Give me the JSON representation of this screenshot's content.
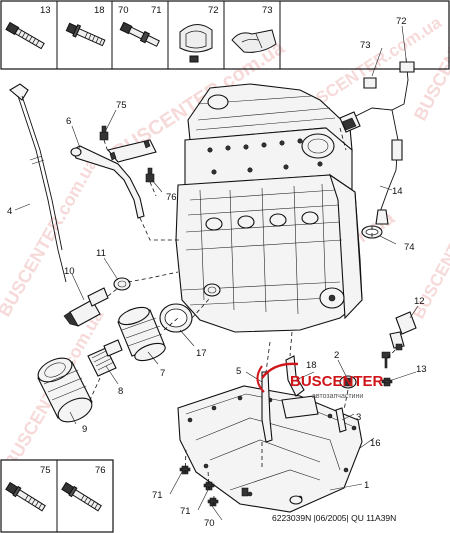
{
  "top_boxes": [
    "13",
    "18",
    "70",
    "71",
    "72",
    "73"
  ],
  "bottom_boxes": [
    "75",
    "76"
  ],
  "callouts": {
    "c1": "1",
    "c2": "2",
    "c3": "3",
    "c4": "4",
    "c5": "5",
    "c6": "6",
    "c7": "7",
    "c8": "8",
    "c9": "9",
    "c10": "10",
    "c11": "11",
    "c12": "12",
    "c13": "13",
    "c14": "14",
    "c16": "16",
    "c17": "17",
    "c18": "18",
    "c71a": "71",
    "c71b": "71",
    "c70": "70",
    "c72": "72",
    "c73": "73",
    "c74": "74",
    "c75": "75",
    "c76": "76"
  },
  "footer": {
    "ref": "6223039N |06/2005| QU 11A39N"
  },
  "logo": {
    "text": "BUSCENTER",
    "tagline": "автозапчастини"
  },
  "watermark": {
    "text": "BUSCENTER.com.ua"
  },
  "colors": {
    "logo_red": "#d0151b",
    "watermark": "#e27b78",
    "line": "#111111"
  }
}
